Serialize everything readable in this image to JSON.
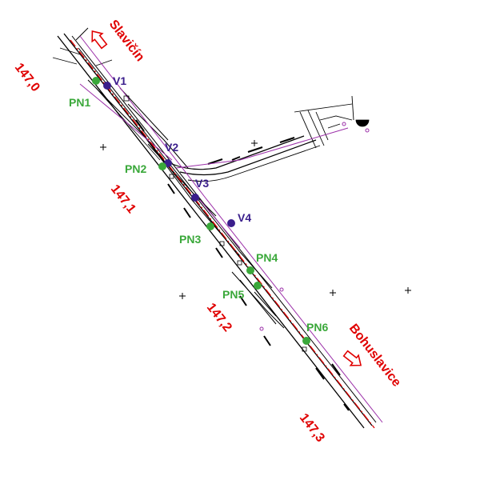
{
  "directions": {
    "top": "Slavičín",
    "bottom": "Bohuslavice"
  },
  "chainage": [
    "147,0",
    "147,1",
    "147,2",
    "147,3"
  ],
  "points": {
    "v": [
      "V1",
      "V2",
      "V3",
      "V4"
    ],
    "pn": [
      "PN1",
      "PN2",
      "PN3",
      "PN4",
      "PN5",
      "PN6"
    ]
  },
  "colors": {
    "track": "#000000",
    "axis": "#e00000",
    "v_point": "#3a1e8c",
    "pn_point": "#3aa83a",
    "boundary": "#9b2fa8",
    "label_red": "#e00000",
    "grid_cross": "#000000"
  }
}
